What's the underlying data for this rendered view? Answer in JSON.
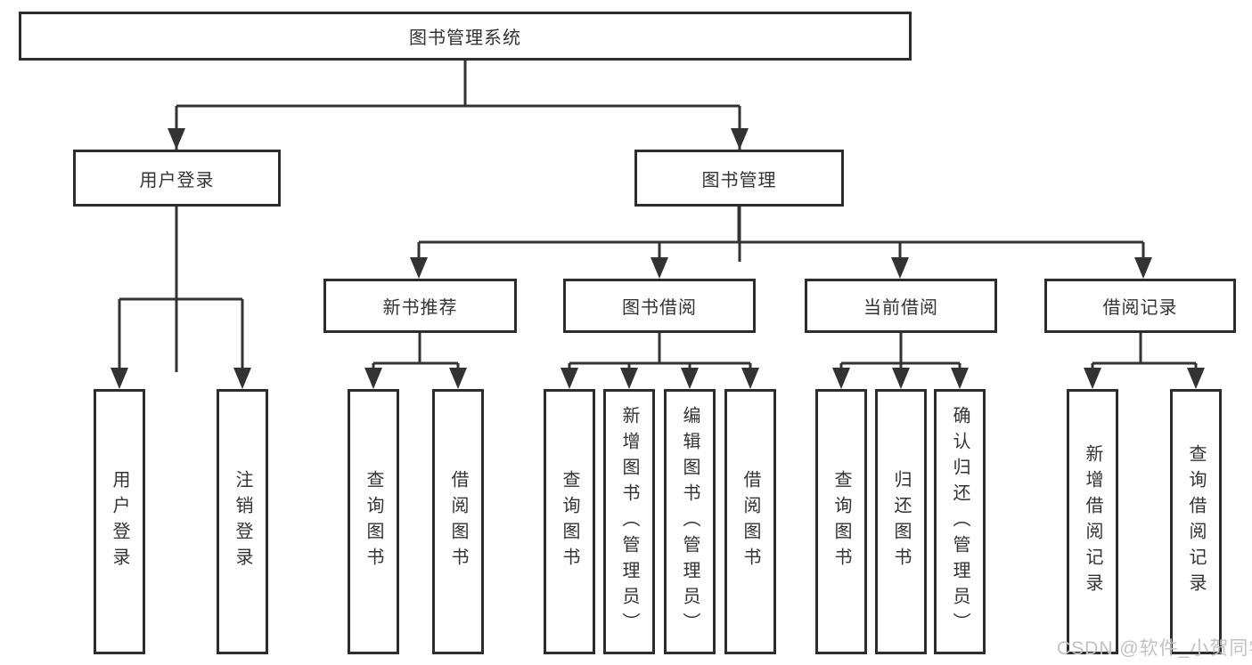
{
  "tree": {
    "label": "图书管理系统",
    "children": [
      {
        "label": "用户登录",
        "children": [
          {
            "label": "用户登录"
          },
          {
            "label": "注销登录"
          }
        ]
      },
      {
        "label": "图书管理",
        "children": [
          {
            "label": "新书推荐",
            "children": [
              {
                "label": "查询图书"
              },
              {
                "label": "借阅图书"
              }
            ]
          },
          {
            "label": "图书借阅",
            "children": [
              {
                "label": "查询图书"
              },
              {
                "label": "新增图书（管理员）"
              },
              {
                "label": "编辑图书（管理员）"
              },
              {
                "label": "借阅图书"
              }
            ]
          },
          {
            "label": "当前借阅",
            "children": [
              {
                "label": "查询图书"
              },
              {
                "label": "归还图书"
              },
              {
                "label": "确认归还（管理员）"
              }
            ]
          },
          {
            "label": "借阅记录",
            "children": [
              {
                "label": "新增借阅记录"
              },
              {
                "label": "查询借阅记录"
              }
            ]
          }
        ]
      }
    ]
  },
  "watermark": "CSDN @软件_小贺同学",
  "colors": {
    "line": "#333333",
    "box_border": "#2d2d2d",
    "text": "#333333",
    "watermark": "#c3c2c2",
    "background": "#ffffff"
  }
}
